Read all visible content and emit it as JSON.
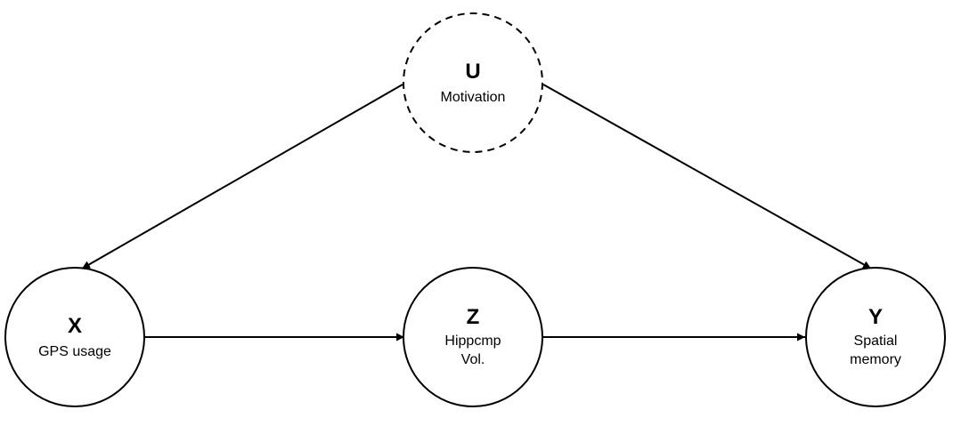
{
  "diagram": {
    "nodes": {
      "u": {
        "letter": "U",
        "label_lines": [
          "Motivation"
        ]
      },
      "x": {
        "letter": "X",
        "label_lines": [
          "GPS usage"
        ]
      },
      "z": {
        "letter": "Z",
        "label_lines": [
          "Hippcmp",
          "Vol."
        ]
      },
      "y": {
        "letter": "Y",
        "label_lines": [
          "Spatial",
          "memory"
        ]
      }
    },
    "edges": [
      {
        "from": "U",
        "to": "X"
      },
      {
        "from": "U",
        "to": "Y"
      },
      {
        "from": "X",
        "to": "Z"
      },
      {
        "from": "Z",
        "to": "Y"
      }
    ]
  },
  "styles": {
    "stroke_color": "#000000",
    "background": "#ffffff"
  }
}
